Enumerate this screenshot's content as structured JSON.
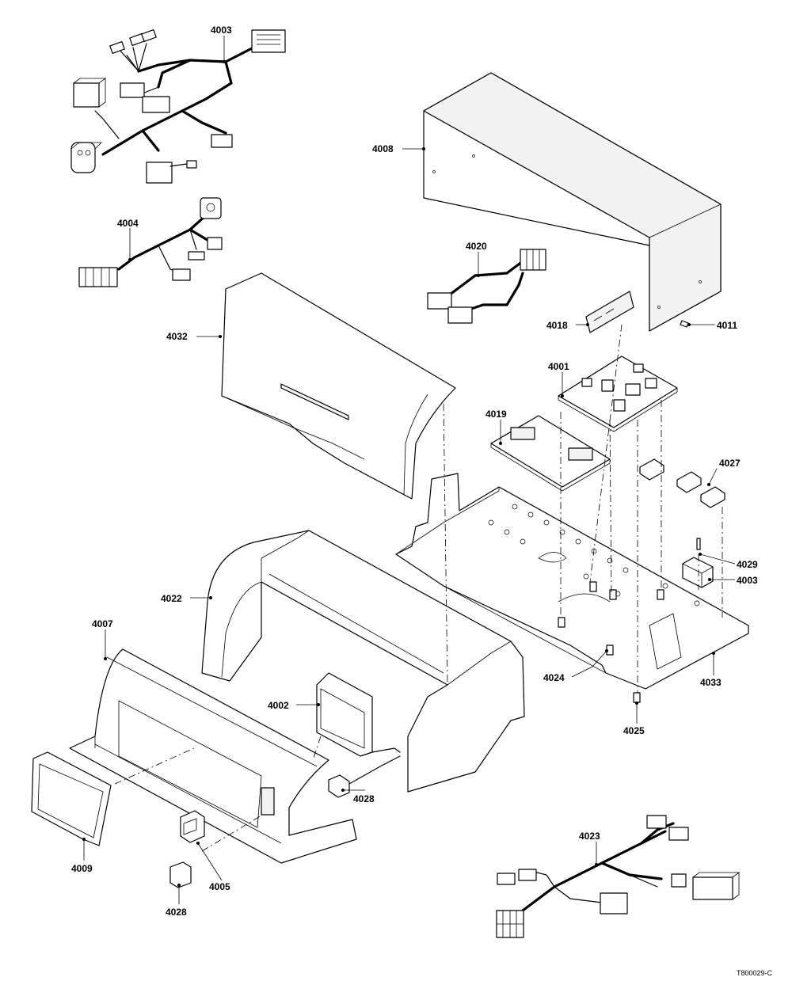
{
  "drawing_ref": "T800029-C",
  "callouts": {
    "p4003_top": "4003",
    "p4008": "4008",
    "p4004": "4004",
    "p4020": "4020",
    "p4032": "4032",
    "p4018": "4018",
    "p4011": "4011",
    "p4001": "4001",
    "p4019": "4019",
    "p4027": "4027",
    "p4029": "4029",
    "p4003_right": "4003",
    "p4022": "4022",
    "p4007": "4007",
    "p4024": "4024",
    "p4033": "4033",
    "p4002": "4002",
    "p4025": "4025",
    "p4028_mid": "4028",
    "p4023": "4023",
    "p4009": "4009",
    "p4005": "4005",
    "p4028_bottom": "4028"
  }
}
